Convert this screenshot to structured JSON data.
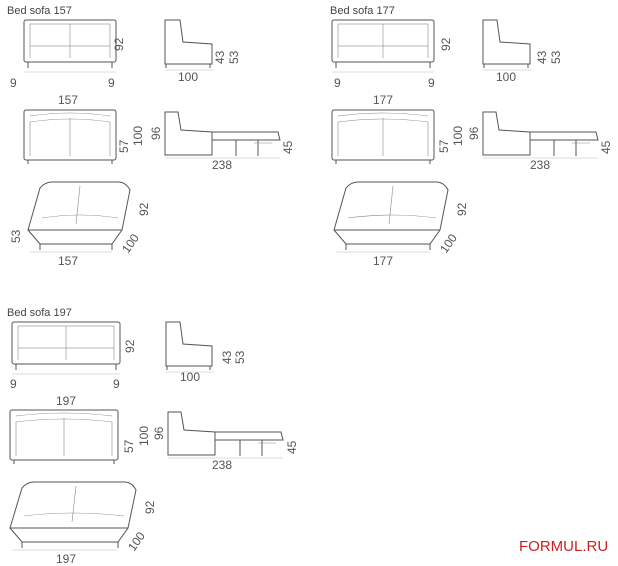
{
  "groups": [
    {
      "title": "Bed sofa 157",
      "dims": {
        "height": "92",
        "left_arm": "9",
        "right_arm": "9",
        "width": "157",
        "seat_h": "43",
        "back_h": "53",
        "depth": "100",
        "open_height": "96",
        "open_depth": "238",
        "mattress_h": "45",
        "front_low": "57",
        "front_high": "100",
        "persp_side": "53",
        "persp_height": "92",
        "persp_depth": "100",
        "persp_width": "157"
      }
    },
    {
      "title": "Bed sofa 177",
      "dims": {
        "height": "92",
        "left_arm": "9",
        "right_arm": "9",
        "width": "177",
        "seat_h": "43",
        "back_h": "53",
        "depth": "100",
        "open_height": "96",
        "open_depth": "238",
        "mattress_h": "45",
        "front_low": "57",
        "front_high": "100",
        "persp_height": "92",
        "persp_depth": "100",
        "persp_width": "177"
      }
    },
    {
      "title": "Bed sofa 197",
      "dims": {
        "height": "92",
        "left_arm": "9",
        "right_arm": "9",
        "width": "197",
        "seat_h": "43",
        "back_h": "53",
        "depth": "100",
        "open_height": "96",
        "open_depth": "238",
        "mattress_h": "45",
        "front_low": "57",
        "front_high": "100",
        "persp_height": "92",
        "persp_depth": "100",
        "persp_width": "197"
      }
    }
  ],
  "brand": "FORMUL.RU"
}
